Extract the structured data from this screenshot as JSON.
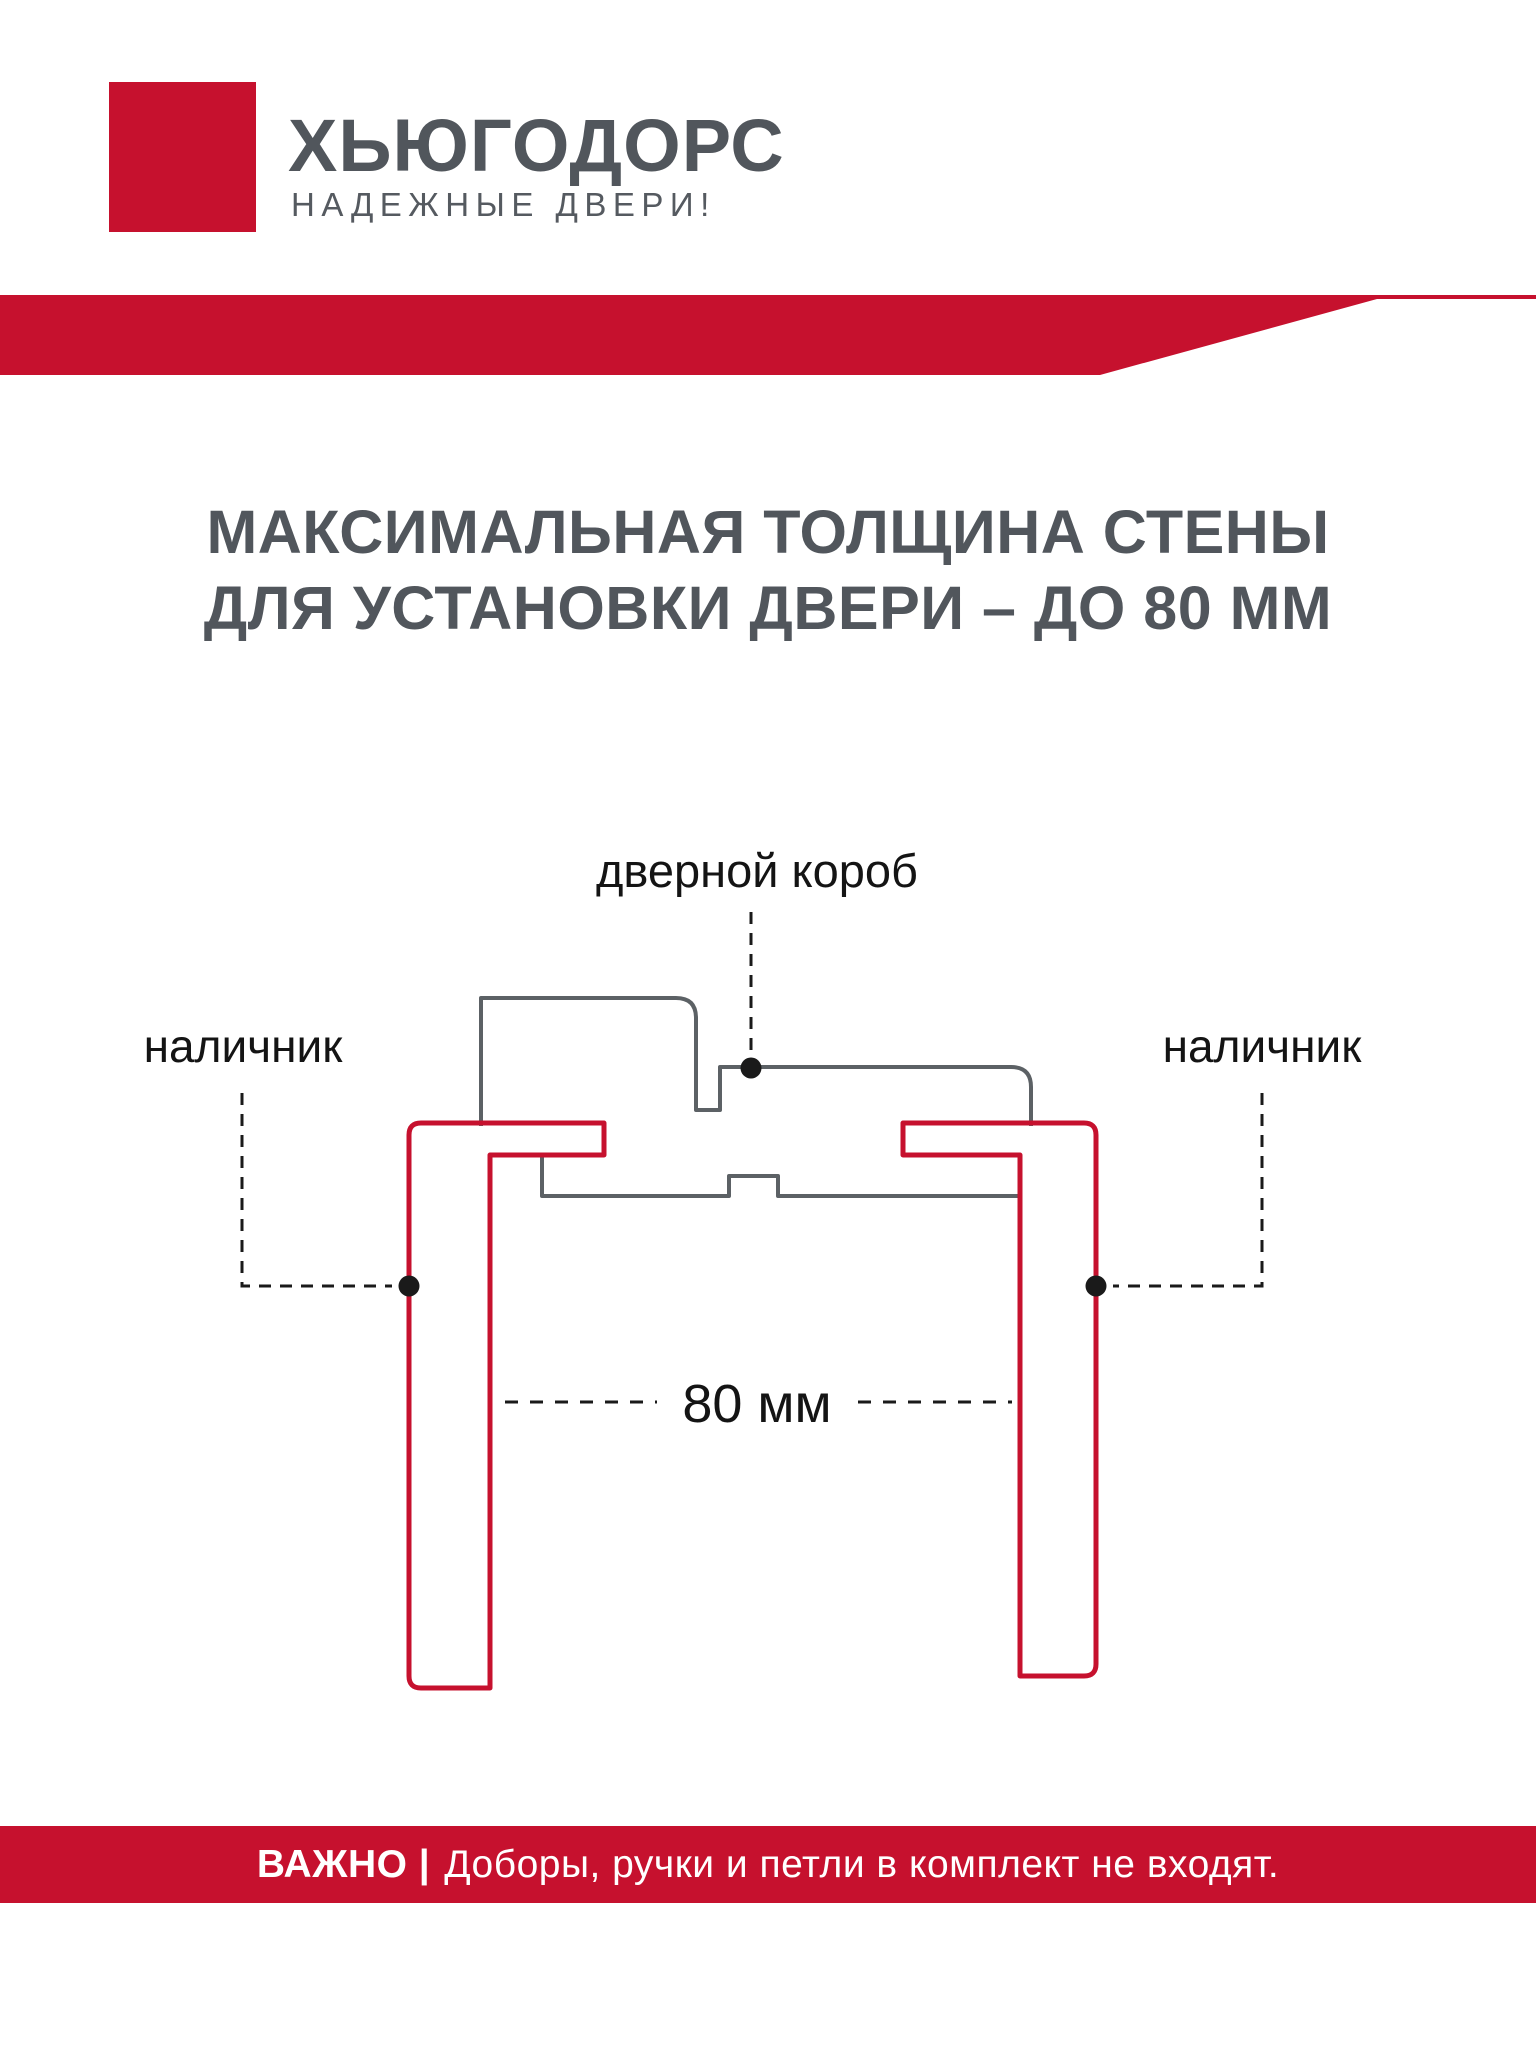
{
  "brand": {
    "name": "ХЬЮГОДОРС",
    "tagline": "НАДЕЖНЫЕ ДВЕРИ!"
  },
  "title": {
    "line1": "МАКСИМАЛЬНАЯ ТОЛЩИНА СТЕНЫ",
    "line2": "ДЛЯ УСТАНОВКИ ДВЕРИ – ДО 80 ММ"
  },
  "diagram": {
    "labels": {
      "door_frame": "дверной короб",
      "casing_left": "наличник",
      "casing_right": "наличник"
    },
    "dimension": {
      "value": "80 мм",
      "meaning": "максимальная толщина стены"
    }
  },
  "footer": {
    "label": "ВАЖНО |",
    "text": "Доборы, ручки и петли в комплект не входят."
  },
  "colors": {
    "brand_red": "#C6112E",
    "heading_gray": "#51565C",
    "frame_outline_gray": "#5C6165",
    "marker_black": "#1A1A1A",
    "background": "#FFFFFF"
  }
}
